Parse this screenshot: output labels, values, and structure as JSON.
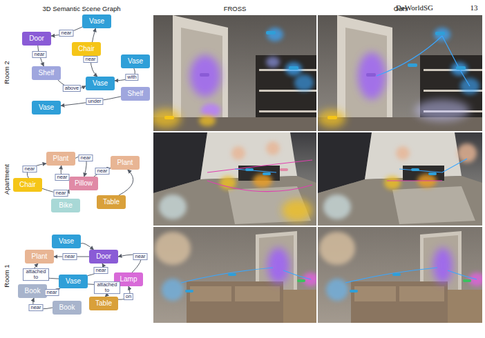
{
  "diagram": {
    "nodes": [
      {
        "text": [
          "Vase"
        ]
      },
      {
        "text": [
          "Door"
        ]
      },
      {
        "text": [
          "Chair"
        ]
      },
      {
        "text": [
          "Vase"
        ]
      },
      {
        "text": [
          "Shelf"
        ]
      },
      {
        "text": [
          "Vase"
        ]
      },
      {
        "text": [
          "Shelf"
        ]
      },
      {
        "text": [
          "Vase"
        ]
      },
      {
        "text": [
          "Plant"
        ]
      },
      {
        "text": [
          "Plant"
        ]
      },
      {
        "text": [
          "Chair"
        ]
      },
      {
        "text": [
          "Pillow"
        ]
      },
      {
        "text": [
          "Bike"
        ]
      },
      {
        "text": [
          "Table"
        ]
      },
      {
        "text": [
          "Vase"
        ]
      },
      {
        "text": [
          "Plant"
        ]
      },
      {
        "text": [
          "Door"
        ]
      },
      {
        "text": [
          "Vase"
        ]
      },
      {
        "text": [
          "Lamp"
        ]
      },
      {
        "text": [
          "Book"
        ]
      },
      {
        "text": [
          "Table"
        ]
      },
      {
        "text": [
          "Book"
        ]
      }
    ],
    "edges": [
      {
        "from": 0,
        "to": 1,
        "label": "near",
        "arrow": "to"
      },
      {
        "from": 1,
        "to": 4,
        "label": "near",
        "arrow": "to"
      },
      {
        "from": 0,
        "to": 5,
        "label": "near",
        "arrow": "both"
      },
      {
        "from": 4,
        "to": 5,
        "label": "above",
        "arrow": "to"
      },
      {
        "from": 3,
        "to": 5,
        "label": "with",
        "arrow": "to"
      },
      {
        "from": 6,
        "to": 7,
        "label": "under",
        "arrow": "to"
      },
      {
        "from": 10,
        "to": 8,
        "label": "near",
        "arrow": "to"
      },
      {
        "from": 8,
        "to": 11,
        "label": "near",
        "arrow": "to"
      },
      {
        "from": 11,
        "to": 9,
        "label": "near",
        "arrow": "to"
      },
      {
        "from": 11,
        "to": 8,
        "label": "near",
        "arrow": "to"
      },
      {
        "from": 10,
        "to": 11,
        "label": "near",
        "arrow": "to"
      },
      {
        "from": 13,
        "to": 9,
        "arrow": "to"
      },
      {
        "from": 14,
        "to": 16,
        "arrow": "to"
      },
      {
        "from": 16,
        "to": 15,
        "label": "near",
        "arrow": "to"
      },
      {
        "from": 17,
        "to": 16,
        "label": "near",
        "arrow": "to"
      },
      {
        "from": 18,
        "to": 16,
        "label": "near",
        "arrow": "to"
      },
      {
        "from": 17,
        "to": 15,
        "label": "attached to",
        "arrow": "to"
      },
      {
        "from": 17,
        "to": 20,
        "label": "attached to",
        "arrow": "to"
      },
      {
        "from": 20,
        "to": 18,
        "label": "on",
        "arrow": "to"
      },
      {
        "from": 19,
        "to": 17,
        "label": "near",
        "arrow": "to"
      },
      {
        "from": 21,
        "to": 19,
        "label": "near",
        "arrow": "to"
      }
    ],
    "labels": [
      "DeWorldSG",
      "13",
      "3D Semantic Scene Graph",
      "FROSS",
      "Ours",
      "Room 2",
      "Apartment",
      "Room 1"
    ]
  }
}
